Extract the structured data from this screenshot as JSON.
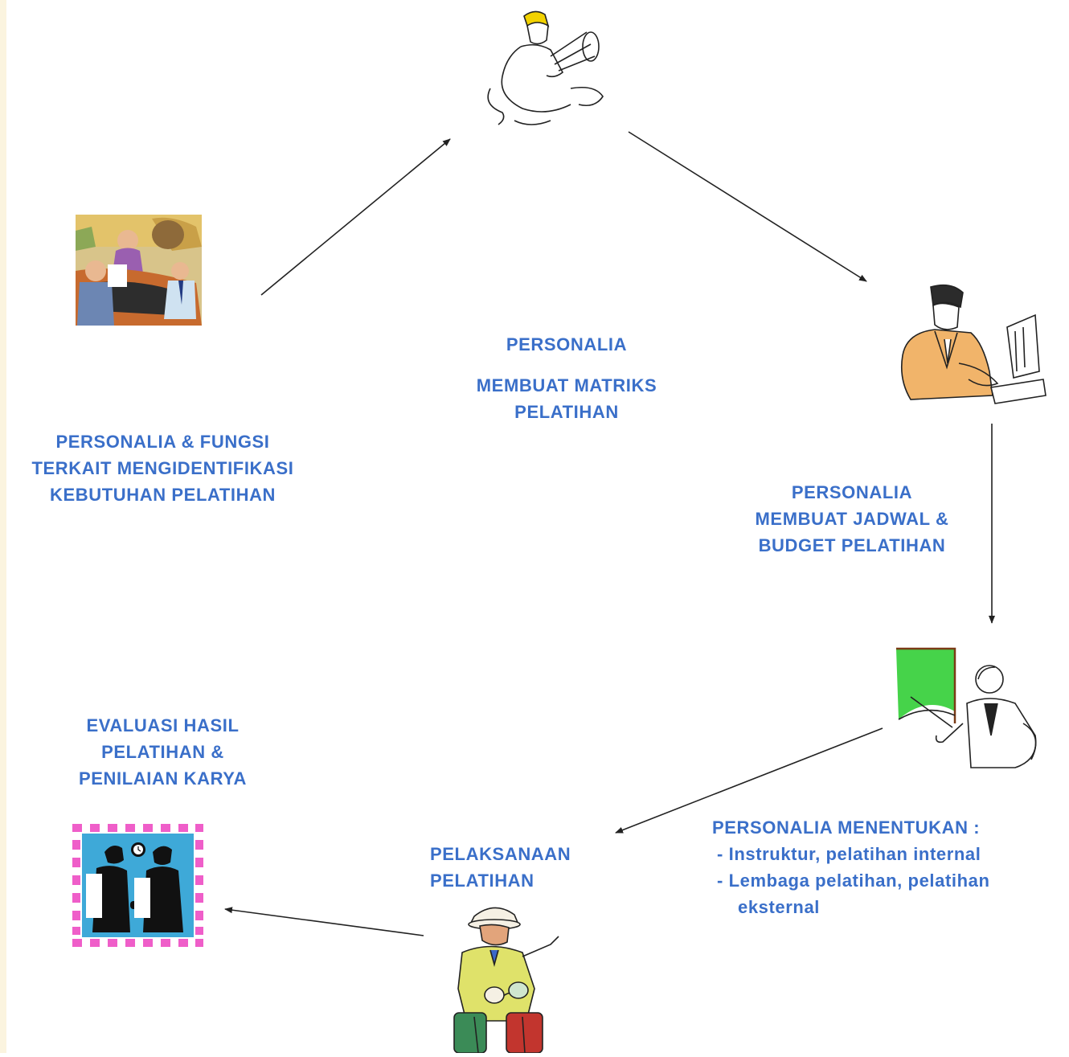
{
  "steps": {
    "identify": {
      "lines": [
        "PERSONALIA & FUNGSI",
        "TERKAIT MENGIDENTIFIKASI",
        "KEBUTUHAN PELATIHAN"
      ],
      "icon": "meeting-clipart-icon"
    },
    "matrix": {
      "title": "PERSONALIA",
      "lines": [
        "MEMBUAT MATRIKS",
        "PELATIHAN"
      ],
      "icon": "planner-woman-clipart-icon"
    },
    "schedule": {
      "lines": [
        "PERSONALIA",
        "MEMBUAT JADWAL &",
        "BUDGET PELATIHAN"
      ],
      "icon": "computer-worker-clipart-icon"
    },
    "determine": {
      "lines": [
        "PERSONALIA MENENTUKAN :",
        "- Instruktur, pelatihan internal",
        "- Lembaga pelatihan, pelatihan",
        "eksternal"
      ],
      "icon": "presenter-clipart-icon"
    },
    "execute": {
      "lines": [
        "PELAKSANAAN",
        "PELATIHAN"
      ],
      "icon": "guide-clipart-icon"
    },
    "evaluate": {
      "lines": [
        "EVALUASI HASIL",
        "PELATIHAN &",
        "PENILAIAN KARYA"
      ],
      "icon": "handshake-clipart-icon"
    }
  },
  "colors": {
    "text": "#3a6fc9",
    "arrow": "#222222",
    "board": "#46d34a",
    "frame_dots": "#ef5ec9",
    "frame_bg": "#3ea9d8"
  }
}
